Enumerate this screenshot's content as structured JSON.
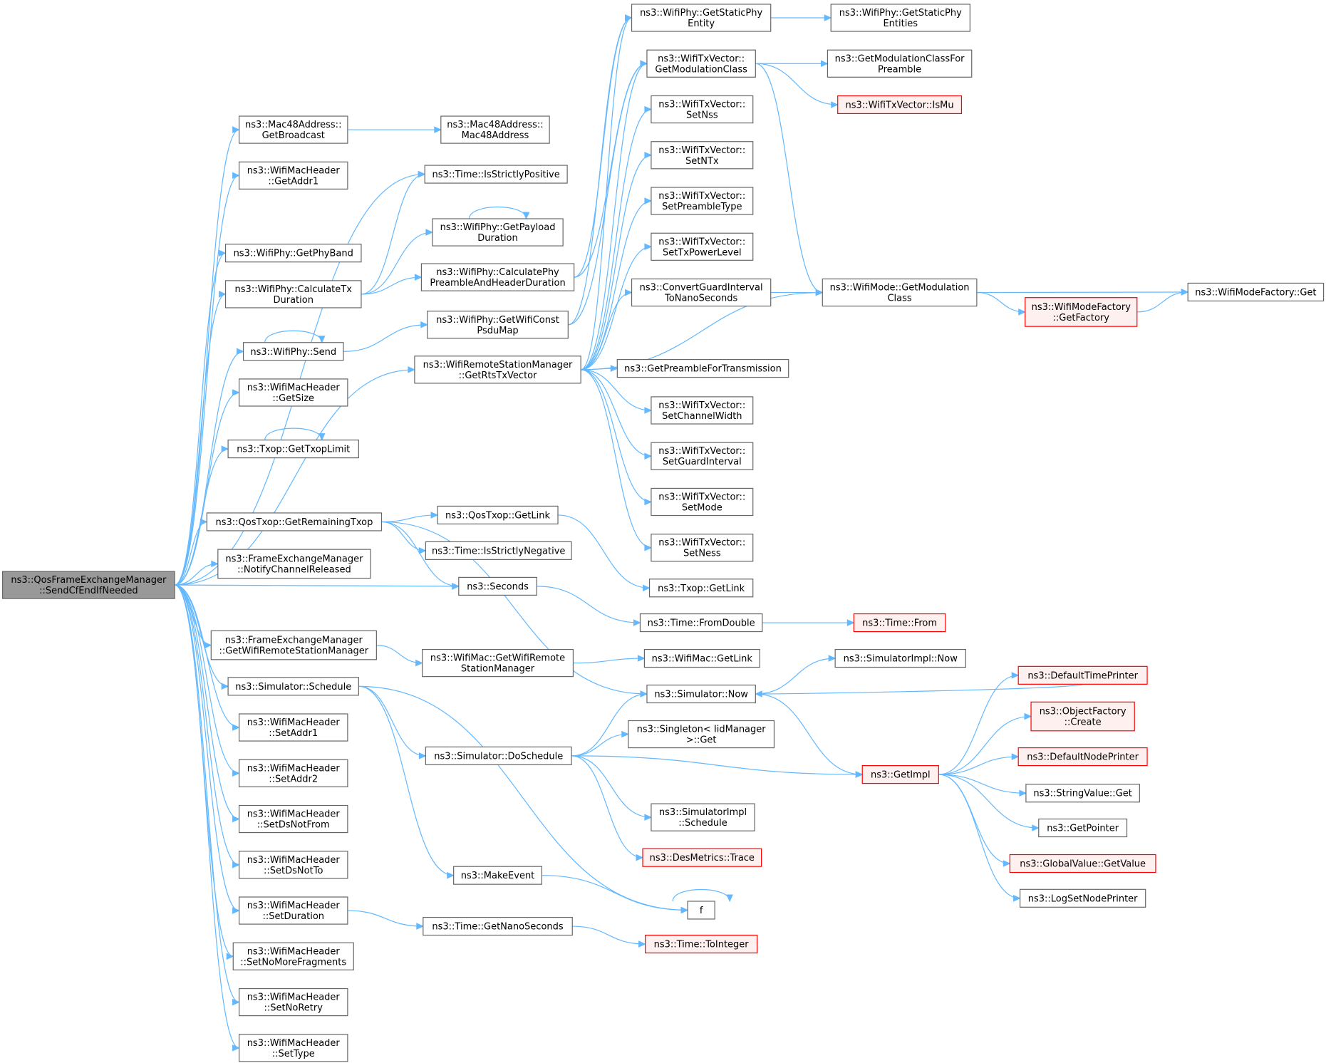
{
  "colors": {
    "edge": "#63b8ff",
    "node_border": "#666666",
    "node_fill": "#ffffff",
    "root_fill": "#999999",
    "truncated_border": "#ff0000",
    "truncated_fill": "#fff0f0"
  },
  "nodes": [
    {
      "id": "root",
      "lines": [
        "ns3::QosFrameExchangeManager",
        "::SendCfEndIfNeeded"
      ],
      "style": "root"
    },
    {
      "id": "getBroadcast",
      "lines": [
        "ns3::Mac48Address::",
        "GetBroadcast"
      ]
    },
    {
      "id": "mac48Address",
      "lines": [
        "ns3::Mac48Address::",
        "Mac48Address"
      ]
    },
    {
      "id": "getAddr1",
      "lines": [
        "ns3::WifiMacHeader",
        "::GetAddr1"
      ]
    },
    {
      "id": "isStrictlyPositive",
      "lines": [
        "ns3::Time::IsStrictlyPositive"
      ]
    },
    {
      "id": "getPhyBand",
      "lines": [
        "ns3::WifiPhy::GetPhyBand"
      ]
    },
    {
      "id": "getPayloadDuration",
      "lines": [
        "ns3::WifiPhy::GetPayload",
        "Duration"
      ]
    },
    {
      "id": "calculateTxDuration",
      "lines": [
        "ns3::WifiPhy::CalculateTx",
        "Duration"
      ]
    },
    {
      "id": "calcPhyPreamble",
      "lines": [
        "ns3::WifiPhy::CalculatePhy",
        "PreambleAndHeaderDuration"
      ]
    },
    {
      "id": "send",
      "lines": [
        "ns3::WifiPhy::Send"
      ]
    },
    {
      "id": "getWifiConstPsduMap",
      "lines": [
        "ns3::WifiPhy::GetWifiConst",
        "PsduMap"
      ]
    },
    {
      "id": "getSize",
      "lines": [
        "ns3::WifiMacHeader",
        "::GetSize"
      ]
    },
    {
      "id": "getTxopLimit",
      "lines": [
        "ns3::Txop::GetTxopLimit"
      ]
    },
    {
      "id": "getRtsTxVector",
      "lines": [
        "ns3::WifiRemoteStationManager",
        "::GetRtsTxVector"
      ]
    },
    {
      "id": "getRemainingTxop",
      "lines": [
        "ns3::QosTxop::GetRemainingTxop"
      ]
    },
    {
      "id": "notifyChannelReleased",
      "lines": [
        "ns3::FrameExchangeManager",
        "::NotifyChannelReleased"
      ]
    },
    {
      "id": "qosGetLink",
      "lines": [
        "ns3::QosTxop::GetLink"
      ]
    },
    {
      "id": "isStrictlyNegative",
      "lines": [
        "ns3::Time::IsStrictlyNegative"
      ]
    },
    {
      "id": "seconds",
      "lines": [
        "ns3::Seconds"
      ]
    },
    {
      "id": "txopGetLink",
      "lines": [
        "ns3::Txop::GetLink"
      ]
    },
    {
      "id": "fromDouble",
      "lines": [
        "ns3::Time::FromDouble"
      ]
    },
    {
      "id": "timeFrom",
      "lines": [
        "ns3::Time::From"
      ],
      "style": "red"
    },
    {
      "id": "getWifiRSM",
      "lines": [
        "ns3::FrameExchangeManager",
        "::GetWifiRemoteStationManager"
      ]
    },
    {
      "id": "macGetWifiRSM",
      "lines": [
        "ns3::WifiMac::GetWifiRemote",
        "StationManager"
      ]
    },
    {
      "id": "macGetLink",
      "lines": [
        "ns3::WifiMac::GetLink"
      ]
    },
    {
      "id": "schedule",
      "lines": [
        "ns3::Simulator::Schedule"
      ]
    },
    {
      "id": "simNow",
      "lines": [
        "ns3::Simulator::Now"
      ]
    },
    {
      "id": "simImplNow",
      "lines": [
        "ns3::SimulatorImpl::Now"
      ]
    },
    {
      "id": "defaultTimePrinter",
      "lines": [
        "ns3::DefaultTimePrinter"
      ],
      "style": "red"
    },
    {
      "id": "objectFactoryCreate",
      "lines": [
        "ns3::ObjectFactory",
        "::Create"
      ],
      "style": "red"
    },
    {
      "id": "defaultNodePrinter",
      "lines": [
        "ns3::DefaultNodePrinter"
      ],
      "style": "red"
    },
    {
      "id": "stringValueGet",
      "lines": [
        "ns3::StringValue::Get"
      ]
    },
    {
      "id": "getPointer",
      "lines": [
        "ns3::GetPointer"
      ]
    },
    {
      "id": "globalValueGetValue",
      "lines": [
        "ns3::GlobalValue::GetValue"
      ],
      "style": "red"
    },
    {
      "id": "logSetNodePrinter",
      "lines": [
        "ns3::LogSetNodePrinter"
      ]
    },
    {
      "id": "getImpl",
      "lines": [
        "ns3::GetImpl"
      ],
      "style": "red"
    },
    {
      "id": "singletonGet",
      "lines": [
        "ns3::Singleton< IidManager",
        ">::Get"
      ]
    },
    {
      "id": "doSchedule",
      "lines": [
        "ns3::Simulator::DoSchedule"
      ]
    },
    {
      "id": "simImplSchedule",
      "lines": [
        "ns3::SimulatorImpl",
        "::Schedule"
      ]
    },
    {
      "id": "desMetricsTrace",
      "lines": [
        "ns3::DesMetrics::Trace"
      ],
      "style": "red"
    },
    {
      "id": "makeEvent",
      "lines": [
        "ns3::MakeEvent"
      ]
    },
    {
      "id": "f",
      "lines": [
        "f"
      ]
    },
    {
      "id": "setAddr1",
      "lines": [
        "ns3::WifiMacHeader",
        "::SetAddr1"
      ]
    },
    {
      "id": "setAddr2",
      "lines": [
        "ns3::WifiMacHeader",
        "::SetAddr2"
      ]
    },
    {
      "id": "setDsNotFrom",
      "lines": [
        "ns3::WifiMacHeader",
        "::SetDsNotFrom"
      ]
    },
    {
      "id": "setDsNotTo",
      "lines": [
        "ns3::WifiMacHeader",
        "::SetDsNotTo"
      ]
    },
    {
      "id": "setDuration",
      "lines": [
        "ns3::WifiMacHeader",
        "::SetDuration"
      ]
    },
    {
      "id": "getNanoSeconds",
      "lines": [
        "ns3::Time::GetNanoSeconds"
      ]
    },
    {
      "id": "toInteger",
      "lines": [
        "ns3::Time::ToInteger"
      ],
      "style": "red"
    },
    {
      "id": "setNoMoreFragments",
      "lines": [
        "ns3::WifiMacHeader",
        "::SetNoMoreFragments"
      ]
    },
    {
      "id": "setNoRetry",
      "lines": [
        "ns3::WifiMacHeader",
        "::SetNoRetry"
      ]
    },
    {
      "id": "setType",
      "lines": [
        "ns3::WifiMacHeader",
        "::SetType"
      ]
    },
    {
      "id": "getStaticPhyEntity",
      "lines": [
        "ns3::WifiPhy::GetStaticPhy",
        "Entity"
      ]
    },
    {
      "id": "getStaticPhyEntities",
      "lines": [
        "ns3::WifiPhy::GetStaticPhy",
        "Entities"
      ]
    },
    {
      "id": "txvGetModulationClass",
      "lines": [
        "ns3::WifiTxVector::",
        "GetModulationClass"
      ]
    },
    {
      "id": "getModClassForPreamble",
      "lines": [
        "ns3::GetModulationClassFor",
        "Preamble"
      ]
    },
    {
      "id": "isMu",
      "lines": [
        "ns3::WifiTxVector::IsMu"
      ],
      "style": "red"
    },
    {
      "id": "setNss",
      "lines": [
        "ns3::WifiTxVector::",
        "SetNss"
      ]
    },
    {
      "id": "setNTx",
      "lines": [
        "ns3::WifiTxVector::",
        "SetNTx"
      ]
    },
    {
      "id": "setPreambleType",
      "lines": [
        "ns3::WifiTxVector::",
        "SetPreambleType"
      ]
    },
    {
      "id": "setTxPowerLevel",
      "lines": [
        "ns3::WifiTxVector::",
        "SetTxPowerLevel"
      ]
    },
    {
      "id": "convertGuardInterval",
      "lines": [
        "ns3::ConvertGuardInterval",
        "ToNanoSeconds"
      ]
    },
    {
      "id": "modeGetModulationClass",
      "lines": [
        "ns3::WifiMode::GetModulation",
        "Class"
      ]
    },
    {
      "id": "modeFactoryGet",
      "lines": [
        "ns3::WifiModeFactory::Get"
      ]
    },
    {
      "id": "modeFactoryGetFactory",
      "lines": [
        "ns3::WifiModeFactory",
        "::GetFactory"
      ],
      "style": "red"
    },
    {
      "id": "getPreambleForTransmission",
      "lines": [
        "ns3::GetPreambleForTransmission"
      ]
    },
    {
      "id": "setChannelWidth",
      "lines": [
        "ns3::WifiTxVector::",
        "SetChannelWidth"
      ]
    },
    {
      "id": "setGuardInterval",
      "lines": [
        "ns3::WifiTxVector::",
        "SetGuardInterval"
      ]
    },
    {
      "id": "setMode",
      "lines": [
        "ns3::WifiTxVector::",
        "SetMode"
      ]
    },
    {
      "id": "setNess",
      "lines": [
        "ns3::WifiTxVector::",
        "SetNess"
      ]
    }
  ],
  "edges": [
    [
      "root",
      "getBroadcast"
    ],
    [
      "getBroadcast",
      "mac48Address"
    ],
    [
      "root",
      "getAddr1"
    ],
    [
      "root",
      "isStrictlyPositive"
    ],
    [
      "root",
      "getPhyBand"
    ],
    [
      "root",
      "calculateTxDuration"
    ],
    [
      "calculateTxDuration",
      "isStrictlyPositive"
    ],
    [
      "calculateTxDuration",
      "getPayloadDuration"
    ],
    [
      "calculateTxDuration",
      "calcPhyPreamble"
    ],
    [
      "getPayloadDuration",
      "getPayloadDuration"
    ],
    [
      "root",
      "send"
    ],
    [
      "send",
      "send"
    ],
    [
      "send",
      "getWifiConstPsduMap"
    ],
    [
      "root",
      "getSize"
    ],
    [
      "root",
      "getTxopLimit"
    ],
    [
      "getTxopLimit",
      "getTxopLimit"
    ],
    [
      "root",
      "getRtsTxVector"
    ],
    [
      "root",
      "getRemainingTxop"
    ],
    [
      "getRemainingTxop",
      "qosGetLink"
    ],
    [
      "getRemainingTxop",
      "isStrictlyNegative"
    ],
    [
      "getRemainingTxop",
      "seconds"
    ],
    [
      "getRemainingTxop",
      "simNow"
    ],
    [
      "qosGetLink",
      "txopGetLink"
    ],
    [
      "root",
      "notifyChannelReleased"
    ],
    [
      "root",
      "seconds"
    ],
    [
      "seconds",
      "fromDouble"
    ],
    [
      "fromDouble",
      "timeFrom"
    ],
    [
      "root",
      "getWifiRSM"
    ],
    [
      "getWifiRSM",
      "macGetWifiRSM"
    ],
    [
      "macGetWifiRSM",
      "macGetLink"
    ],
    [
      "root",
      "schedule"
    ],
    [
      "schedule",
      "doSchedule"
    ],
    [
      "schedule",
      "makeEvent"
    ],
    [
      "schedule",
      "f"
    ],
    [
      "doSchedule",
      "simNow"
    ],
    [
      "doSchedule",
      "singletonGet"
    ],
    [
      "doSchedule",
      "getImpl"
    ],
    [
      "doSchedule",
      "simImplSchedule"
    ],
    [
      "doSchedule",
      "desMetricsTrace"
    ],
    [
      "makeEvent",
      "f"
    ],
    [
      "f",
      "f"
    ],
    [
      "simNow",
      "simImplNow"
    ],
    [
      "simNow",
      "getImpl"
    ],
    [
      "defaultTimePrinter",
      "simNow"
    ],
    [
      "getImpl",
      "defaultTimePrinter"
    ],
    [
      "getImpl",
      "objectFactoryCreate"
    ],
    [
      "getImpl",
      "defaultNodePrinter"
    ],
    [
      "getImpl",
      "stringValueGet"
    ],
    [
      "getImpl",
      "getPointer"
    ],
    [
      "getImpl",
      "globalValueGetValue"
    ],
    [
      "getImpl",
      "logSetNodePrinter"
    ],
    [
      "root",
      "setAddr1"
    ],
    [
      "root",
      "setAddr2"
    ],
    [
      "root",
      "setDsNotFrom"
    ],
    [
      "root",
      "setDsNotTo"
    ],
    [
      "root",
      "setDuration"
    ],
    [
      "setDuration",
      "getNanoSeconds"
    ],
    [
      "getNanoSeconds",
      "toInteger"
    ],
    [
      "root",
      "setNoMoreFragments"
    ],
    [
      "root",
      "setNoRetry"
    ],
    [
      "root",
      "setType"
    ],
    [
      "calcPhyPreamble",
      "getStaticPhyEntity"
    ],
    [
      "calcPhyPreamble",
      "txvGetModulationClass"
    ],
    [
      "getWifiConstPsduMap",
      "getStaticPhyEntity"
    ],
    [
      "getWifiConstPsduMap",
      "txvGetModulationClass"
    ],
    [
      "getStaticPhyEntity",
      "getStaticPhyEntities"
    ],
    [
      "txvGetModulationClass",
      "getModClassForPreamble"
    ],
    [
      "txvGetModulationClass",
      "isMu"
    ],
    [
      "txvGetModulationClass",
      "modeGetModulationClass"
    ],
    [
      "getRtsTxVector",
      "getStaticPhyEntity"
    ],
    [
      "getRtsTxVector",
      "txvGetModulationClass"
    ],
    [
      "getRtsTxVector",
      "setNss"
    ],
    [
      "getRtsTxVector",
      "setNTx"
    ],
    [
      "getRtsTxVector",
      "setPreambleType"
    ],
    [
      "getRtsTxVector",
      "setTxPowerLevel"
    ],
    [
      "getRtsTxVector",
      "convertGuardInterval"
    ],
    [
      "getRtsTxVector",
      "modeGetModulationClass"
    ],
    [
      "getRtsTxVector",
      "getPreambleForTransmission"
    ],
    [
      "getRtsTxVector",
      "setChannelWidth"
    ],
    [
      "getRtsTxVector",
      "setGuardInterval"
    ],
    [
      "getRtsTxVector",
      "setMode"
    ],
    [
      "getRtsTxVector",
      "setNess"
    ],
    [
      "convertGuardInterval",
      "modeGetModulationClass"
    ],
    [
      "modeGetModulationClass",
      "modeFactoryGet"
    ],
    [
      "modeGetModulationClass",
      "modeFactoryGetFactory"
    ],
    [
      "modeFactoryGetFactory",
      "modeFactoryGet"
    ]
  ]
}
